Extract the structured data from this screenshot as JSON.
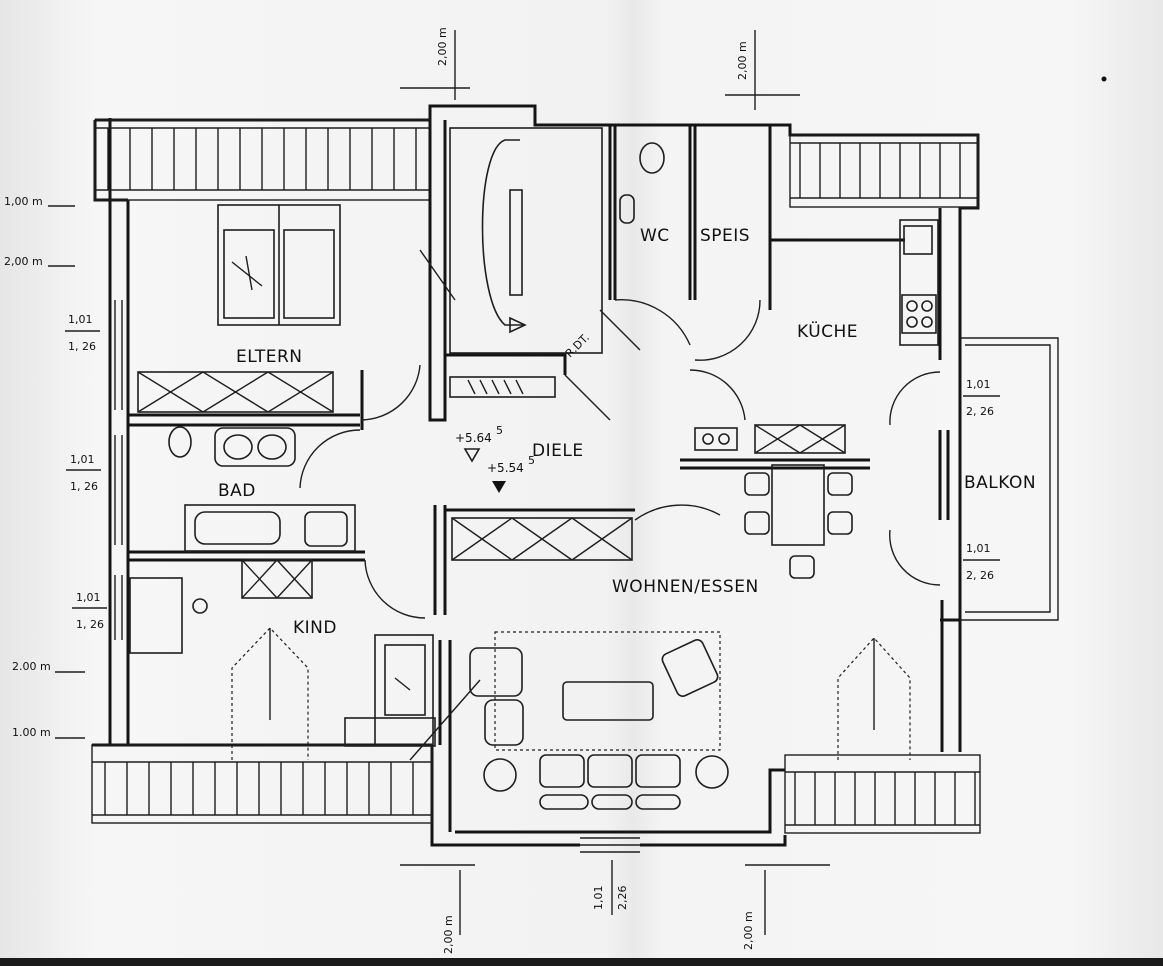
{
  "rooms": {
    "eltern": "ELTERN",
    "bad": "BAD",
    "kind": "KIND",
    "wc": "WC",
    "speis": "SPEIS",
    "kueche": "KÜCHE",
    "diele": "DIELE",
    "balkon": "BALKON",
    "wohnen": "WOHNEN/ESSEN",
    "rdt": "R.DT."
  },
  "levels": {
    "upper": "+5.64",
    "upper_sup": "5",
    "lower": "+5.54",
    "lower_sup": "5"
  },
  "dimensions": {
    "left_1": "1,00 m",
    "left_2": "2,00 m",
    "left_3": "2.00 m",
    "left_4": "1.00 m",
    "top_1": "2,00 m",
    "top_2": "2,00 m",
    "bottom_1": "2,00 m",
    "bottom_2": "2,00 m",
    "win_eltern_a": "1,01",
    "win_eltern_b": "1, 26",
    "win_bad_a": "1,01",
    "win_bad_b": "1, 26",
    "win_kind_a": "1,01",
    "win_kind_b": "1, 26",
    "win_kueche_a": "1,01",
    "win_kueche_b": "2, 26",
    "win_balkon_a": "1,01",
    "win_balkon_b": "2, 26",
    "win_bottom_a": "1,01",
    "win_bottom_b": "2,26"
  }
}
